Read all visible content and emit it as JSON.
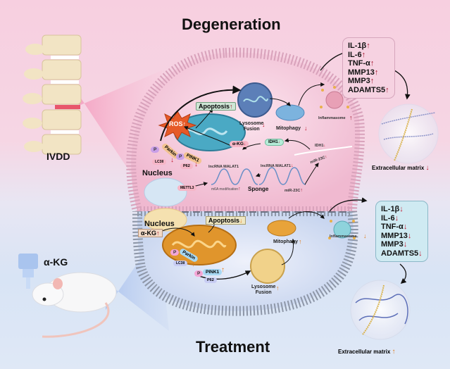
{
  "titles": {
    "top": "Degeneration",
    "bottom": "Treatment"
  },
  "side_labels": {
    "disease": "IVDD",
    "drug": "α-KG"
  },
  "colors": {
    "degeneration_bg": "#f7cfe0",
    "treatment_bg": "#dfe8f6",
    "up_arrow_red": "#a0132a",
    "down_arrow_red": "#c01a30",
    "arrow_orange": "#e07b1a",
    "mito_teal": "#4aa9c4",
    "mito_orange": "#e0952c"
  },
  "degeneration": {
    "apoptosis": {
      "label": "Apoptosis",
      "arrow": "↑"
    },
    "ros": {
      "label": "ROS",
      "arrow": "↑"
    },
    "parkin": "Parkin",
    "lc3": "LC3II",
    "pink1": "PINK1",
    "p62": "P62",
    "phospho": "P",
    "lysosome_fusion": {
      "label": "Lysosome Fusion",
      "line1": "Lysosome",
      "line2": "Fusion",
      "arrow": "↓"
    },
    "mitophagy": {
      "label": "Mitophagy",
      "arrow": "↓"
    },
    "inflammasome": {
      "label": "Inflammasome",
      "arrow": "↑"
    },
    "akg": {
      "label": "α-KG",
      "arrow": "↓"
    },
    "idh1_pill": {
      "label": "IDH1",
      "arrow": "↓"
    },
    "idh1_rna": {
      "label": "IDH1",
      "arrow": "↓"
    },
    "nucleus": "Nucleus",
    "mettl3": "METTL3",
    "lncrna1": "lncRNA MALAT1",
    "m6a": {
      "label": "m6A modification",
      "arrow": "↑"
    },
    "lncrna2": {
      "label": "lncRNA MALAT1",
      "arrow": "↓"
    },
    "sponge": "Sponge",
    "mir23c_a": {
      "label": "miR-23C",
      "arrow": "↑"
    },
    "mir23c_b": {
      "label": "miR-23C",
      "arrow": "↑"
    },
    "cytokines": [
      {
        "name": "IL-1β",
        "arrow": "↑"
      },
      {
        "name": "IL-6",
        "arrow": "↑"
      },
      {
        "name": "TNF-α",
        "arrow": "↑"
      },
      {
        "name": "MMP13",
        "arrow": "↑"
      },
      {
        "name": "MMP3",
        "arrow": "↑"
      },
      {
        "name": "ADAMTS5",
        "arrow": "↑"
      }
    ],
    "ecm": {
      "label": "Extracellular matrix",
      "arrow": "↓"
    }
  },
  "treatment": {
    "nucleus": "Nucleus",
    "akg": {
      "label": "α-KG",
      "arrow": "↑"
    },
    "apoptosis": {
      "label": "Apoptosis",
      "arrow": "↓"
    },
    "parkin": "Parkin",
    "lc3": "LC3II",
    "pink1": "PINK1",
    "p62": "P62",
    "phospho": "P",
    "mitophagy": {
      "label": "Mitophagy",
      "arrow": "↑"
    },
    "lysosome_fusion": {
      "line1": "Lysosome",
      "line2": "Fusion",
      "arrow": "↑"
    },
    "inflammasome": {
      "label": "Inflammasome",
      "arrow": "↓"
    },
    "cytokines": [
      {
        "name": "IL-1β",
        "arrow": "↓"
      },
      {
        "name": "IL-6",
        "arrow": "↓"
      },
      {
        "name": "TNF-α",
        "arrow": "↓"
      },
      {
        "name": "MMP13",
        "arrow": "↓"
      },
      {
        "name": "MMP3",
        "arrow": "↓"
      },
      {
        "name": "ADAMTS5",
        "arrow": "↓"
      }
    ],
    "ecm": {
      "label": "Extracellular matrix",
      "arrow": "↑"
    }
  }
}
